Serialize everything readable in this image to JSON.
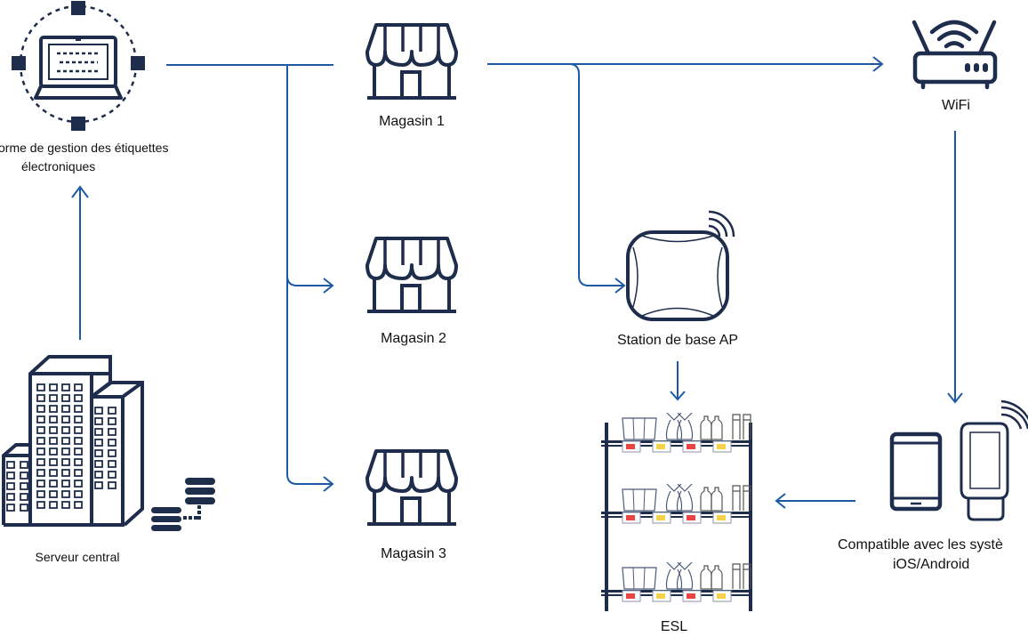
{
  "diagram": {
    "colors": {
      "icon": "#1f2d4d",
      "connector": "#1c5aa6",
      "label_red": "#e84444",
      "label_yellow": "#f5d24a"
    },
    "nodes": {
      "platform": {
        "icon": "laptop-network-icon",
        "label_line1": "orme de gestion des étiquettes",
        "label_line2": "électroniques"
      },
      "server": {
        "icon": "buildings-server-icon",
        "label": "Serveur central"
      },
      "store1": {
        "icon": "storefront-icon",
        "label": "Magasin 1"
      },
      "store2": {
        "icon": "storefront-icon",
        "label": "Magasin 2"
      },
      "store3": {
        "icon": "storefront-icon",
        "label": "Magasin 3"
      },
      "wifi": {
        "icon": "wifi-router-icon",
        "label": "WiFi"
      },
      "ap": {
        "icon": "access-point-icon",
        "label": "Station de base AP"
      },
      "esl": {
        "icon": "shelf-labels-icon",
        "label": "ESL"
      },
      "mobile": {
        "icon": "mobile-devices-icon",
        "label_line1": "Compatible avec les systè",
        "label_line2": "iOS/Android"
      }
    },
    "edges": [
      {
        "from": "server",
        "to": "platform"
      },
      {
        "from": "platform",
        "to": "store1"
      },
      {
        "from": "platform",
        "to": "store2"
      },
      {
        "from": "platform",
        "to": "store3"
      },
      {
        "from": "store1",
        "to": "wifi"
      },
      {
        "from": "store1",
        "to": "ap"
      },
      {
        "from": "wifi",
        "to": "mobile"
      },
      {
        "from": "ap",
        "to": "esl"
      },
      {
        "from": "mobile",
        "to": "esl"
      }
    ],
    "shelf_label_colors": [
      "red",
      "yellow",
      "red",
      "yellow"
    ]
  }
}
